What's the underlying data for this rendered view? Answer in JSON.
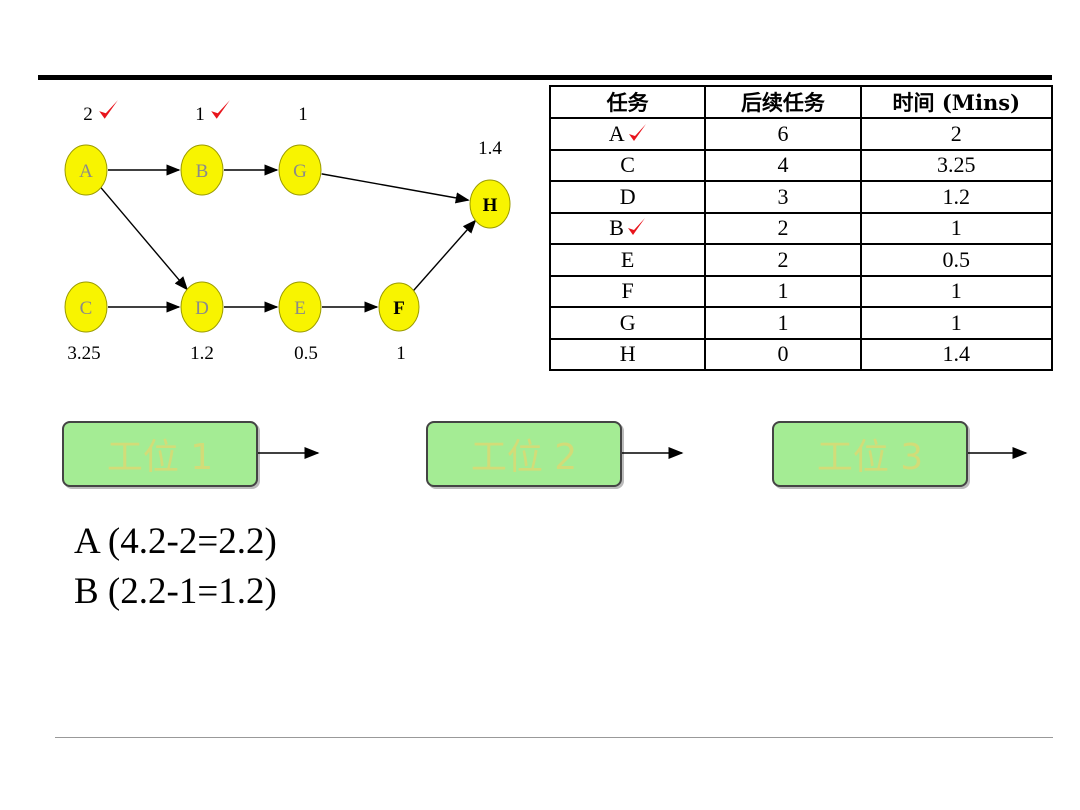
{
  "diagram": {
    "nodes": [
      {
        "id": "A",
        "label": "A",
        "time": "2",
        "checked": true
      },
      {
        "id": "B",
        "label": "B",
        "time": "1",
        "checked": true
      },
      {
        "id": "G",
        "label": "G",
        "time": "1",
        "checked": false
      },
      {
        "id": "H",
        "label": "H",
        "time": "1.4",
        "checked": false
      },
      {
        "id": "C",
        "label": "C",
        "time": "3.25",
        "checked": false
      },
      {
        "id": "D",
        "label": "D",
        "time": "1.2",
        "checked": false
      },
      {
        "id": "E",
        "label": "E",
        "time": "0.5",
        "checked": false
      },
      {
        "id": "F",
        "label": "F",
        "time": "1",
        "checked": false
      }
    ],
    "edges": [
      [
        "A",
        "B"
      ],
      [
        "B",
        "G"
      ],
      [
        "G",
        "H"
      ],
      [
        "A",
        "D"
      ],
      [
        "C",
        "D"
      ],
      [
        "D",
        "E"
      ],
      [
        "E",
        "F"
      ],
      [
        "F",
        "H"
      ]
    ],
    "colors": {
      "node_fill": "#f8f400",
      "node_stroke": "#9a9a00",
      "check": "#e8141c"
    }
  },
  "table": {
    "headers": [
      "任务",
      "后续任务",
      "时间 (Mins)"
    ],
    "rows": [
      {
        "task": "A",
        "successors": "6",
        "time": "2",
        "checked": true
      },
      {
        "task": "C",
        "successors": "4",
        "time": "3.25",
        "checked": false
      },
      {
        "task": "D",
        "successors": "3",
        "time": "1.2",
        "checked": false
      },
      {
        "task": "B",
        "successors": "2",
        "time": "1",
        "checked": true
      },
      {
        "task": "E",
        "successors": "2",
        "time": "0.5",
        "checked": false
      },
      {
        "task": "F",
        "successors": "1",
        "time": "1",
        "checked": false
      },
      {
        "task": "G",
        "successors": "1",
        "time": "1",
        "checked": false
      },
      {
        "task": "H",
        "successors": "0",
        "time": "1.4",
        "checked": false
      }
    ]
  },
  "stations": [
    "工位 1",
    "工位 2",
    "工位 3"
  ],
  "calculations": [
    "A (4.2-2=2.2)",
    "B (2.2-1=1.2)"
  ]
}
